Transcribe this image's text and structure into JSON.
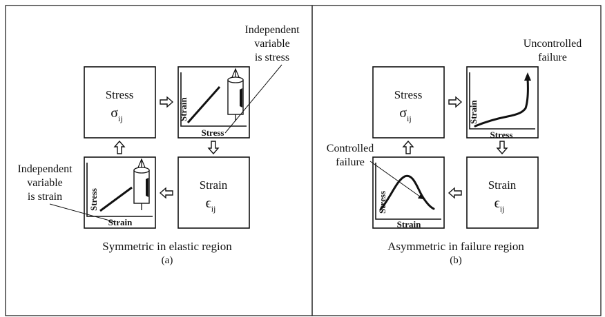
{
  "panel_a": {
    "caption": "Symmetric in elastic region",
    "label": "(a)",
    "stress_box": {
      "title": "Stress",
      "symbol": "σ",
      "subscript": "ij"
    },
    "strain_box": {
      "title": "Strain",
      "symbol": "ϵ",
      "subscript": "ij"
    },
    "top_plot": {
      "ylabel": "Strain",
      "xlabel": "Stress"
    },
    "bottom_plot": {
      "ylabel": "Stress",
      "xlabel": "Strain"
    },
    "annotation_top": [
      "Independent",
      "variable",
      "is stress"
    ],
    "annotation_bottom": [
      "Independent",
      "variable",
      "is strain"
    ]
  },
  "panel_b": {
    "caption": "Asymmetric in failure region",
    "label": "(b)",
    "stress_box": {
      "title": "Stress",
      "symbol": "σ",
      "subscript": "ij"
    },
    "strain_box": {
      "title": "Strain",
      "symbol": "ϵ",
      "subscript": "ij"
    },
    "top_plot": {
      "ylabel": "Strain",
      "xlabel": "Stress"
    },
    "bottom_plot": {
      "ylabel": "Stress",
      "xlabel": "Strain"
    },
    "annotation_top": [
      "Uncontrolled",
      "failure"
    ],
    "annotation_bottom": [
      "Controlled",
      "failure"
    ]
  }
}
